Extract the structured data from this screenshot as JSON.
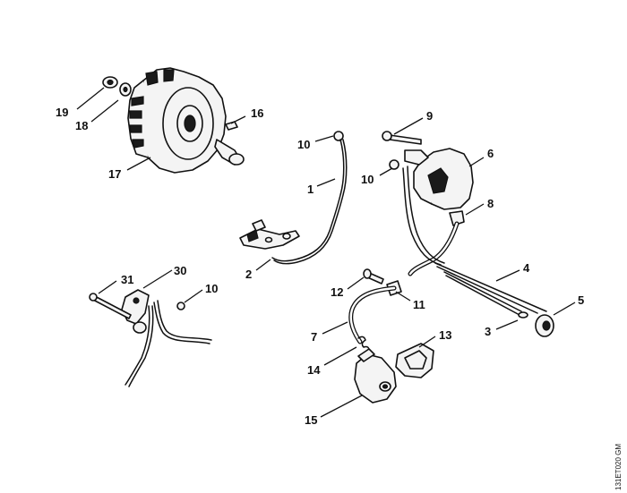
{
  "diagram": {
    "drawing_code": "131ET020 GM",
    "callouts": {
      "c1": "1",
      "c2": "2",
      "c3": "3",
      "c4": "4",
      "c5": "5",
      "c6": "6",
      "c7": "7",
      "c8": "8",
      "c9": "9",
      "c10a": "10",
      "c10b": "10",
      "c10c": "10",
      "c11": "11",
      "c12": "12",
      "c13": "13",
      "c14": "14",
      "c15": "15",
      "c16": "16",
      "c17": "17",
      "c18": "18",
      "c19": "19",
      "c30": "30",
      "c31": "31"
    }
  }
}
